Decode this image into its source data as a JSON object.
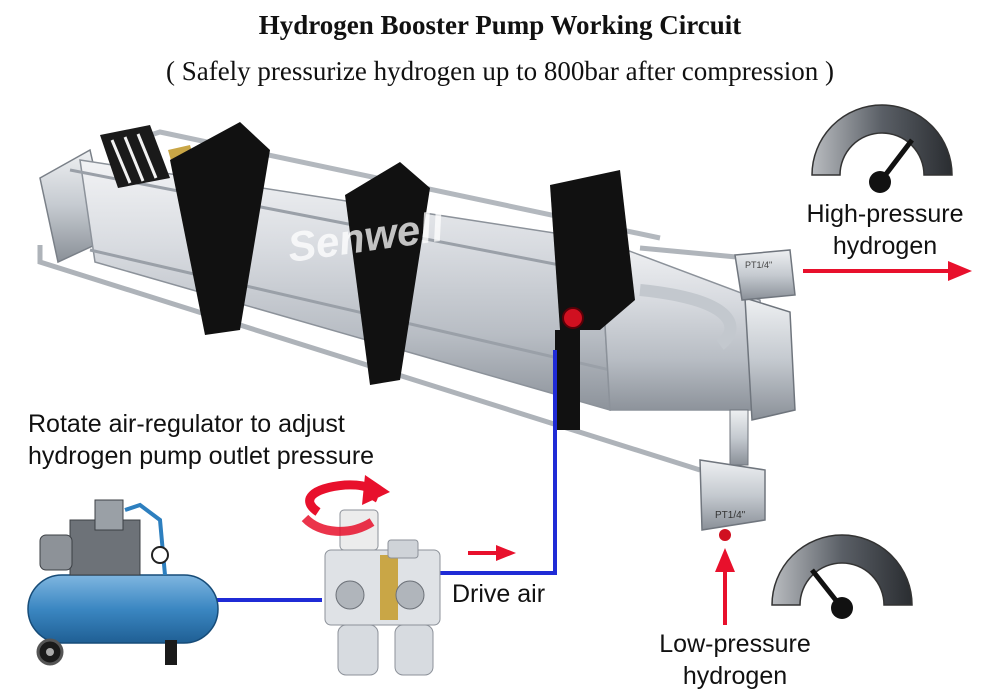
{
  "header": {
    "title": "Hydrogen Booster Pump Working Circuit",
    "subtitle": "( Safely pressurize hydrogen up to 800bar after compression )"
  },
  "labels": {
    "high_pressure": [
      "High-pressure",
      "hydrogen"
    ],
    "low_pressure": [
      "Low-pressure",
      "hydrogen"
    ],
    "regulator_note": [
      "Rotate air-regulator to adjust",
      "hydrogen pump outlet pressure"
    ],
    "drive_air": "Drive air"
  },
  "watermark": "Senwell",
  "port_labels": {
    "outlet_block": "PT1/4\"",
    "inlet_block": "PT1/4\""
  },
  "colors": {
    "air_line": "#1f2bd6",
    "flow_arrow": "#e8102c",
    "compressor_tank": "#3b87c2",
    "steel": "#c9ced4",
    "bracket": "#111111"
  },
  "icons": [
    "pressure-gauge-icon",
    "rotate-arrow-icon",
    "flow-arrow-icon"
  ]
}
